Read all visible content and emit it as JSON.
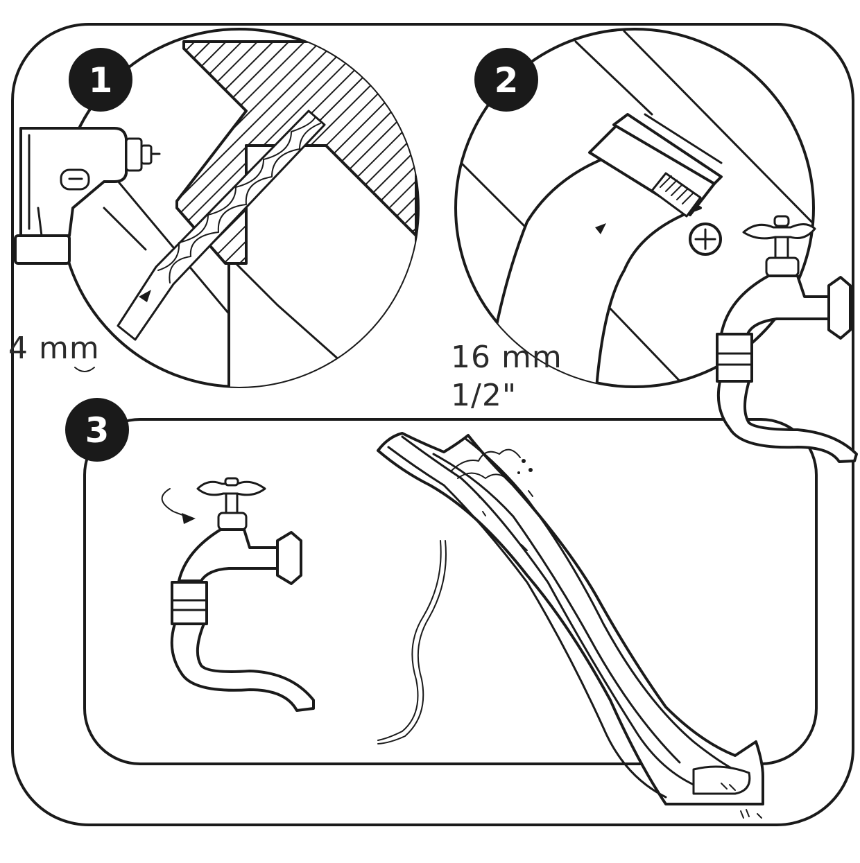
{
  "steps": [
    {
      "number": "1",
      "measurement": "4 mm"
    },
    {
      "number": "2",
      "measurement": "16 mm",
      "measurement_alt": "1/2\""
    },
    {
      "number": "3"
    }
  ],
  "colors": {
    "ink": "#1a1a1a",
    "paper": "#ffffff"
  },
  "icons": [
    "drill-icon",
    "drill-bit-icon",
    "hose-clamp-icon",
    "screw-icon",
    "water-tap-icon",
    "hose-icon",
    "slide-icon",
    "water-splash-icon"
  ]
}
